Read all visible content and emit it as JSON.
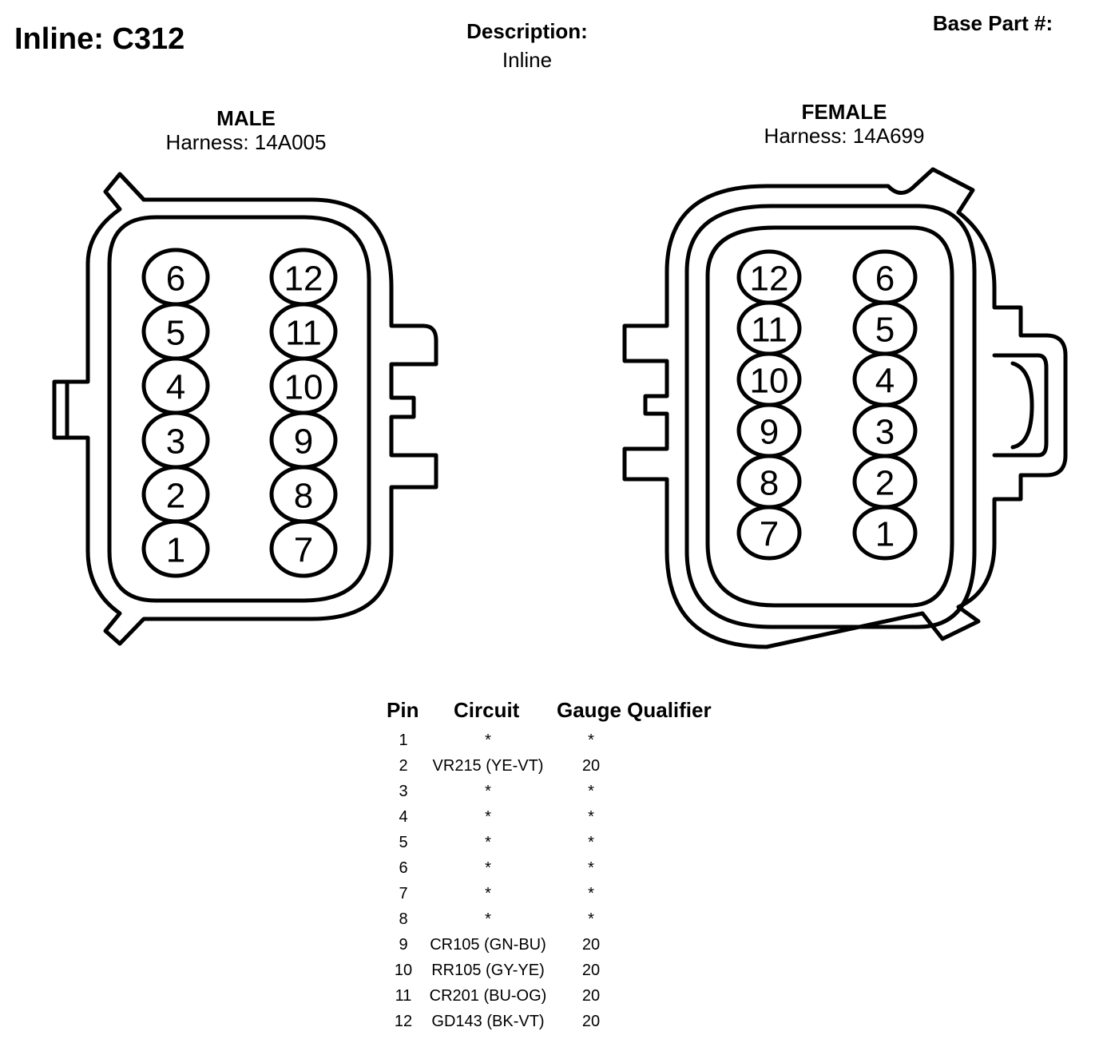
{
  "header": {
    "title": "Inline: C312",
    "description_label": "Description:",
    "description_value": "Inline",
    "base_part_label": "Base Part #:"
  },
  "male": {
    "title": "MALE",
    "harness": "Harness: 14A005",
    "pins_left_column": [
      "6",
      "5",
      "4",
      "3",
      "2",
      "1"
    ],
    "pins_right_column": [
      "12",
      "11",
      "10",
      "9",
      "8",
      "7"
    ]
  },
  "female": {
    "title": "FEMALE",
    "harness": "Harness: 14A699",
    "pins_left_column": [
      "12",
      "11",
      "10",
      "9",
      "8",
      "7"
    ],
    "pins_right_column": [
      "6",
      "5",
      "4",
      "3",
      "2",
      "1"
    ]
  },
  "table": {
    "headers": {
      "pin": "Pin",
      "circuit": "Circuit",
      "gauge_qualifier": "Gauge Qualifier"
    },
    "rows": [
      {
        "pin": "1",
        "circuit": "*",
        "gauge": "*"
      },
      {
        "pin": "2",
        "circuit": "VR215 (YE-VT)",
        "gauge": "20"
      },
      {
        "pin": "3",
        "circuit": "*",
        "gauge": "*"
      },
      {
        "pin": "4",
        "circuit": "*",
        "gauge": "*"
      },
      {
        "pin": "5",
        "circuit": "*",
        "gauge": "*"
      },
      {
        "pin": "6",
        "circuit": "*",
        "gauge": "*"
      },
      {
        "pin": "7",
        "circuit": "*",
        "gauge": "*"
      },
      {
        "pin": "8",
        "circuit": "*",
        "gauge": "*"
      },
      {
        "pin": "9",
        "circuit": "CR105 (GN-BU)",
        "gauge": "20"
      },
      {
        "pin": "10",
        "circuit": "RR105 (GY-YE)",
        "gauge": "20"
      },
      {
        "pin": "11",
        "circuit": "CR201 (BU-OG)",
        "gauge": "20"
      },
      {
        "pin": "12",
        "circuit": "GD143 (BK-VT)",
        "gauge": "20"
      }
    ]
  }
}
